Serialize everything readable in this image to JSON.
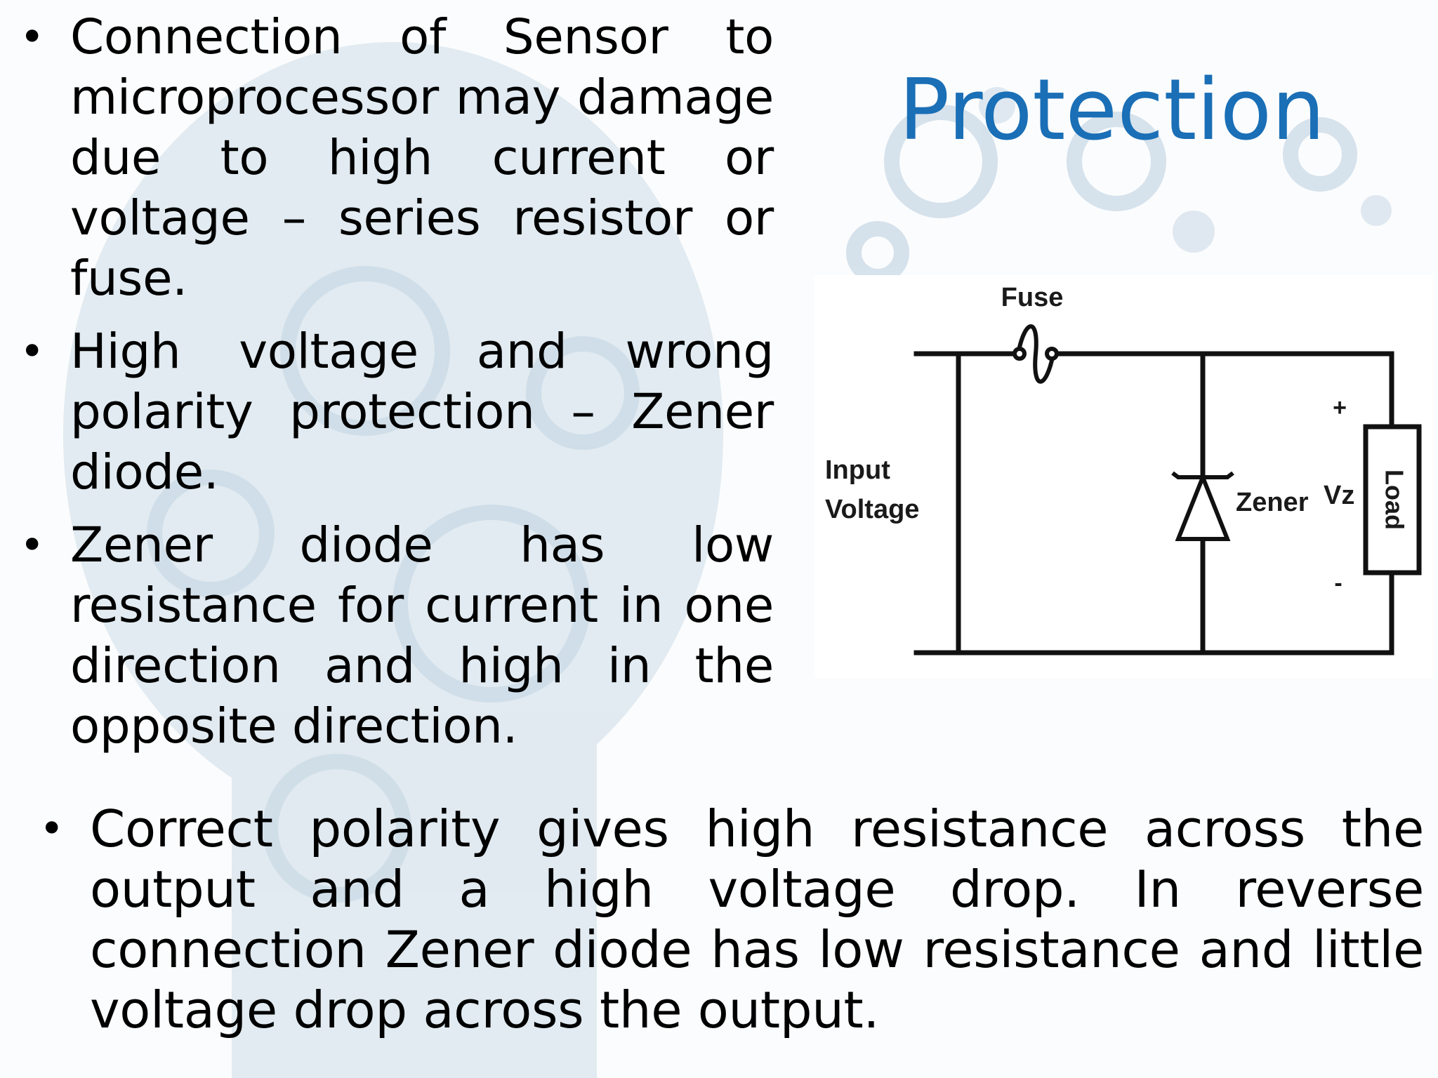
{
  "title": "Protection",
  "bullets": [
    "Connection of Sensor to microprocessor may damage due to high current or voltage – series resistor or fuse.",
    "High voltage and wrong polarity protection – Zener diode.",
    "Zener diode has low resistance for current in one direction and high in the opposite direction."
  ],
  "bullet_wide": "Correct polarity gives high resistance across the output and a high voltage drop. In reverse connection Zener diode has low resistance and little voltage drop across the output.",
  "circuit": {
    "fuse_label": "Fuse",
    "input_line1": "Input",
    "input_line2": "Voltage",
    "zener_label": "Zener",
    "vz_label": "Vz",
    "plus_label": "+",
    "minus_label": "-",
    "load_label": "Load"
  },
  "colors": {
    "title": "#1a6fb6",
    "background_art": "#c9d9e6"
  }
}
